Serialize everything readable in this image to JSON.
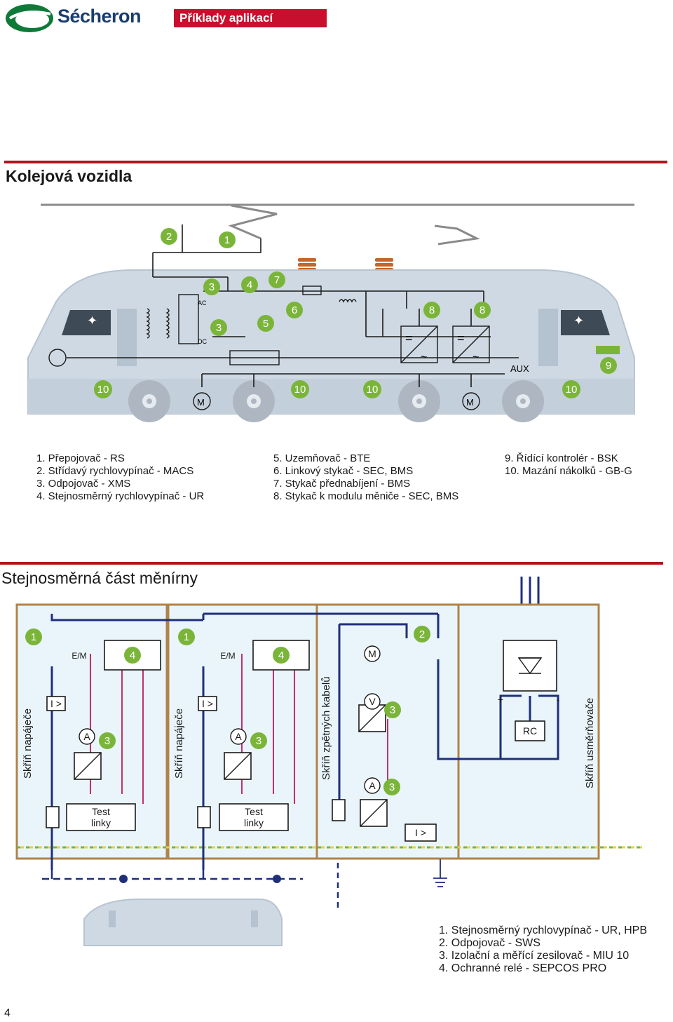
{
  "header": {
    "brand": "Sécheron",
    "tag": "Příklady aplikací"
  },
  "section1": {
    "title": "Kolejová vozidla",
    "labels": {
      "ac": "AC",
      "dc": "DC",
      "aux": "AUX",
      "motor": "M",
      "eq": "=",
      "tilde": "~"
    },
    "numbers": [
      "1",
      "2",
      "3",
      "3",
      "4",
      "5",
      "6",
      "7",
      "8",
      "8",
      "9",
      "10",
      "10",
      "10",
      "10"
    ],
    "legend_col1": [
      "1.  Přepojovač - RS",
      "2.  Střídavý rychlovypínač - MACS",
      "3.  Odpojovač - XMS",
      "4.  Stejnosměrný rychlovypínač - UR"
    ],
    "legend_col2": [
      "5.  Uzemňovač - BTE",
      "6.  Linkový stykač - SEC, BMS",
      "7.  Stykač přednabíjení - BMS",
      "8.  Stykač k modulu měniče - SEC, BMS"
    ],
    "legend_col3": [
      "9.  Řídící kontrolér - BSK",
      "10. Mazání nákolků - GB-G"
    ]
  },
  "section2": {
    "title": "Stejnosměrná část měnírny",
    "boxes": {
      "feeder": "Skříň napáječe",
      "return": "Skříň zpětných kabelů",
      "rectifier": "Skříň usměrňovače"
    },
    "labels": {
      "em": "E/M",
      "overcurrent": "I >",
      "ammeter": "A",
      "voltmeter": "V",
      "motor": "M",
      "rc": "RC",
      "plus": "+",
      "minus": "-",
      "test": "Test",
      "linky": "linky"
    },
    "numbers": {
      "n1": "1",
      "n2": "2",
      "n3": "3",
      "n4": "4"
    },
    "legend": [
      "1.  Stejnosměrný rychlovypínač - UR, HPB",
      "2.  Odpojovač - SWS",
      "3.  Izolační a měřící zesilovač - MIU 10",
      "4.  Ochranné relé - SEPCOS PRO"
    ]
  },
  "page_number": "4",
  "colors": {
    "red": "#b0161e",
    "navy": "#1f2f7a",
    "brown": "#b0834a",
    "magenta": "#c2306a",
    "green": "#7ab53a",
    "body": "#cfd9e3"
  }
}
